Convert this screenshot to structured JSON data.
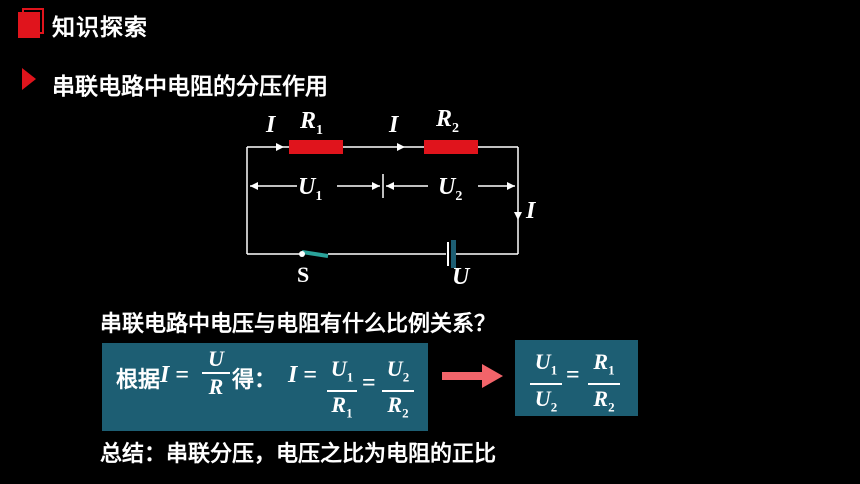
{
  "header": {
    "title": "知识探索"
  },
  "subtitle": "串联电路中电阻的分压作用",
  "circuit": {
    "current_label_1": "I",
    "current_label_2": "I",
    "current_label_3": "I",
    "r1_letter": "R",
    "r1_sub": "1",
    "r2_letter": "R",
    "r2_sub": "2",
    "u1_letter": "U",
    "u1_sub": "1",
    "u2_letter": "U",
    "u2_sub": "2",
    "switch_label": "S",
    "source_label": "U",
    "colors": {
      "wire": "#ffffff",
      "resistor": "#e0141c",
      "switch": "#2aa29a"
    }
  },
  "question": "串联电路中电压与电阻有什么比例关系？",
  "derivation": {
    "prefix": "根据",
    "i": "I",
    "eq": "=",
    "u": "U",
    "r": "R",
    "de": "得：",
    "u1": "U",
    "u1s": "1",
    "r1": "R",
    "r1s": "1",
    "u2": "U",
    "u2s": "2",
    "r2": "R",
    "r2s": "2"
  },
  "result": {
    "u1": "U",
    "u1s": "1",
    "u2": "U",
    "u2s": "2",
    "r1": "R",
    "r1s": "1",
    "r2": "R",
    "r2s": "2",
    "eq": "="
  },
  "summary": "总结：串联分压，电压之比为电阻的正比",
  "colors": {
    "accent_red": "#e0141c",
    "box_bg": "#1d5e73",
    "arrow": "#f2646a"
  }
}
